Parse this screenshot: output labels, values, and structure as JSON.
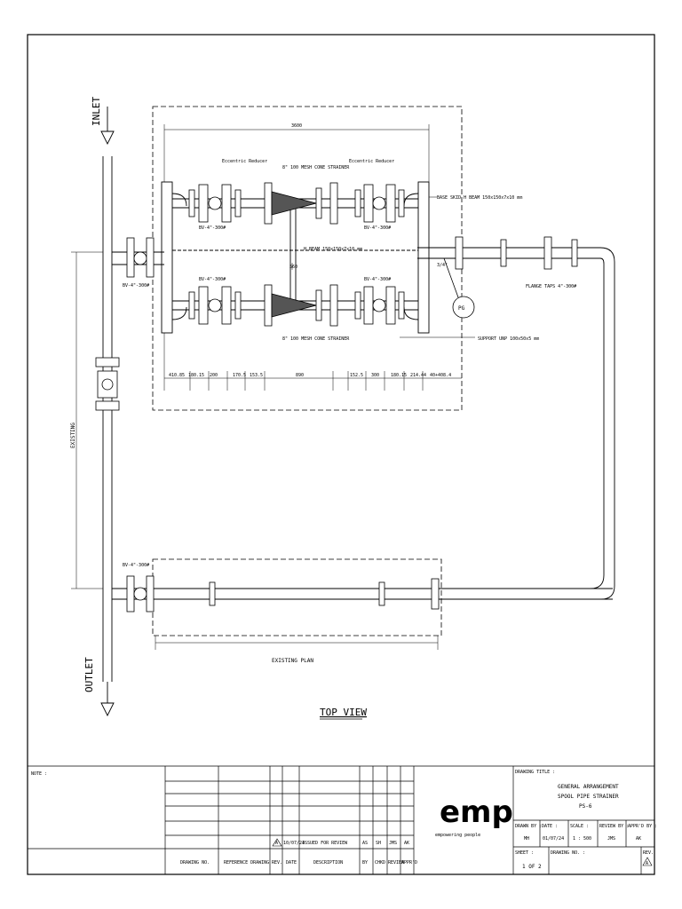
{
  "labels": {
    "inlet": "INLET",
    "outlet": "OUTLET",
    "existing": "EXISTING",
    "existing_plan": "EXISTING PLAN",
    "top_view": "TOP VIEW",
    "dim_overall": "3600",
    "ecc_reducer": "Eccentric Reducer",
    "cone_strainer": "8\" 100 MESH CONE STRAINER",
    "base_skid": "BASE SKID H BEAM 150x150x7x10 mm",
    "h_beam": "H BEAM 150x150x7x10 mm",
    "bv_top_left": "BV-4\"-300#",
    "bv_top_right": "BV-4\"-300#",
    "bv_bot_left": "BV-4\"-300#",
    "bv_bot_right": "BV-4\"-300#",
    "bv_inlet": "BV-4\"-300#",
    "bv_outlet": "BV-4\"-300#",
    "flange_taps": "FLANGE TAPS 4\"-300#",
    "support": "SUPPORT UNP 100x50x5 mm",
    "pg": "PG",
    "pg_size": "3/4\"",
    "dim_center": "560",
    "dim_span": "890"
  },
  "dims_bottom": [
    "410.85",
    "180.15",
    "200",
    "170.5",
    "153.5",
    "890",
    "152.5",
    "300",
    "180.15",
    "214.44",
    "40+408.4"
  ],
  "title_block": {
    "note": "NOTE :",
    "rev_row": {
      "rev": "A",
      "date": "10/07/24",
      "desc": "ISSUED FOR REVIEW",
      "by": "AS",
      "chkd": "SH",
      "revw": "JMS",
      "appd": "AK"
    },
    "headers": [
      "DRAWING NO.",
      "REFERENCE DRAWING",
      "REV.",
      "DATE",
      "DESCRIPTION",
      "BY",
      "CHKD",
      "REVIEW",
      "APPR'D"
    ],
    "logo": "emp",
    "tagline": "empowering people",
    "drawing_title_label": "DRAWING TITLE :",
    "title_lines": [
      "GENERAL ARRANGEMENT",
      "SPOOL PIPE STRAINER",
      "PS-6"
    ],
    "drawn_by_label": "DRAWN BY :",
    "drawn_by": "MH",
    "date_label": "DATE :",
    "date": "01/07/24",
    "scale_label": "SCALE :",
    "scale": "1 : 500",
    "review_by_label": "REVIEW BY :",
    "review_by": "JMS",
    "approved_by_label": "APPR'D BY :",
    "approved_by": "AK",
    "sheet_label": "SHEET :",
    "sheet": "1 OF 2",
    "drawing_no_label": "DRAWING NO. :",
    "rev_label": "REV.",
    "rev_value": "A"
  }
}
